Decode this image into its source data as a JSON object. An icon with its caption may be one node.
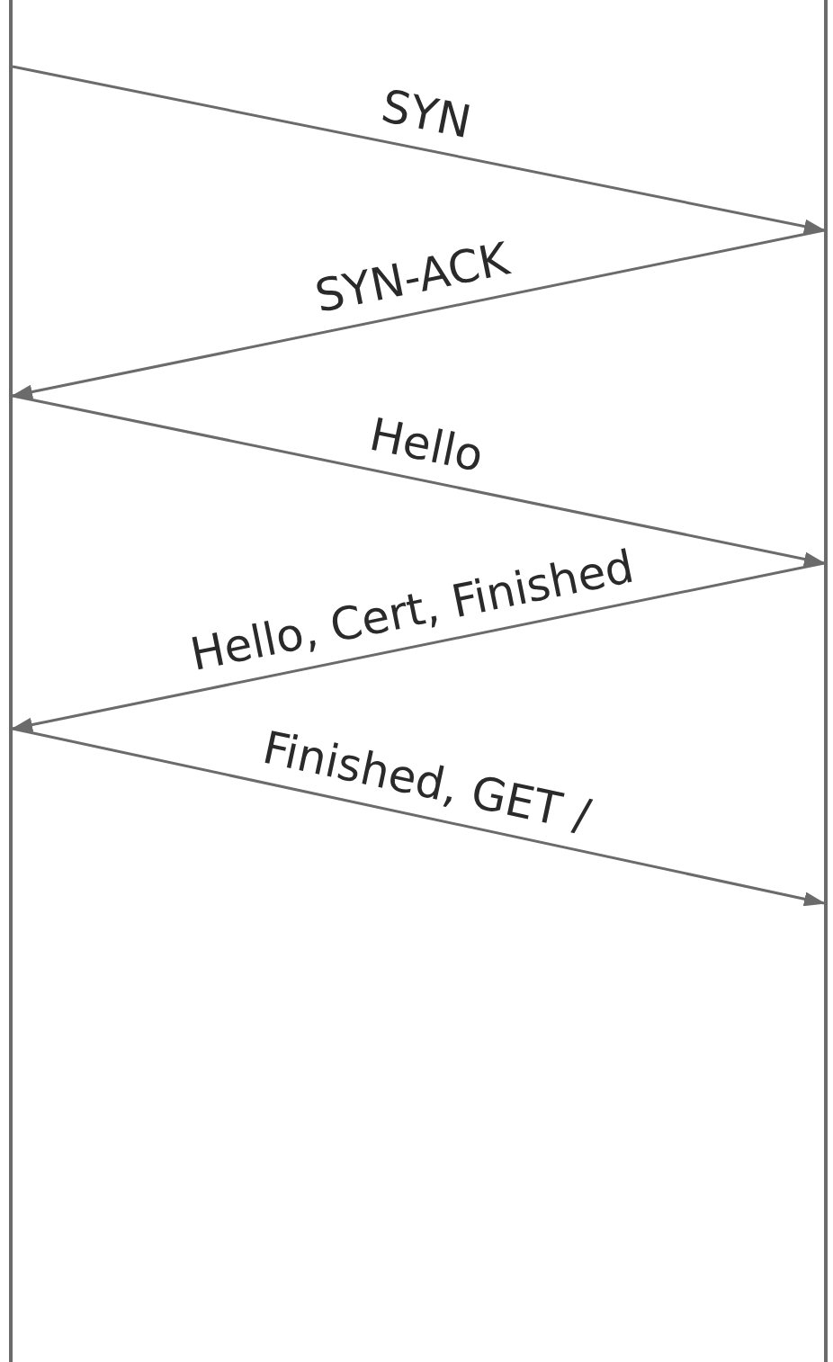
{
  "diagram": {
    "nodes": [
      {
        "text": [],
        "shape": "bar"
      },
      {
        "text": [],
        "shape": "bar"
      }
    ],
    "edges": [
      {
        "from": 0,
        "to": 1,
        "arrow": "to",
        "label": "SYN"
      },
      {
        "from": 1,
        "to": 0,
        "arrow": "to",
        "label": "SYN-ACK"
      },
      {
        "from": 0,
        "to": 1,
        "arrow": "to",
        "label": "Hello"
      },
      {
        "from": 1,
        "to": 0,
        "arrow": "to",
        "label": "Hello, Cert, Finished"
      },
      {
        "from": 0,
        "to": 1,
        "arrow": "to",
        "label": "Finished, GET /"
      }
    ]
  }
}
